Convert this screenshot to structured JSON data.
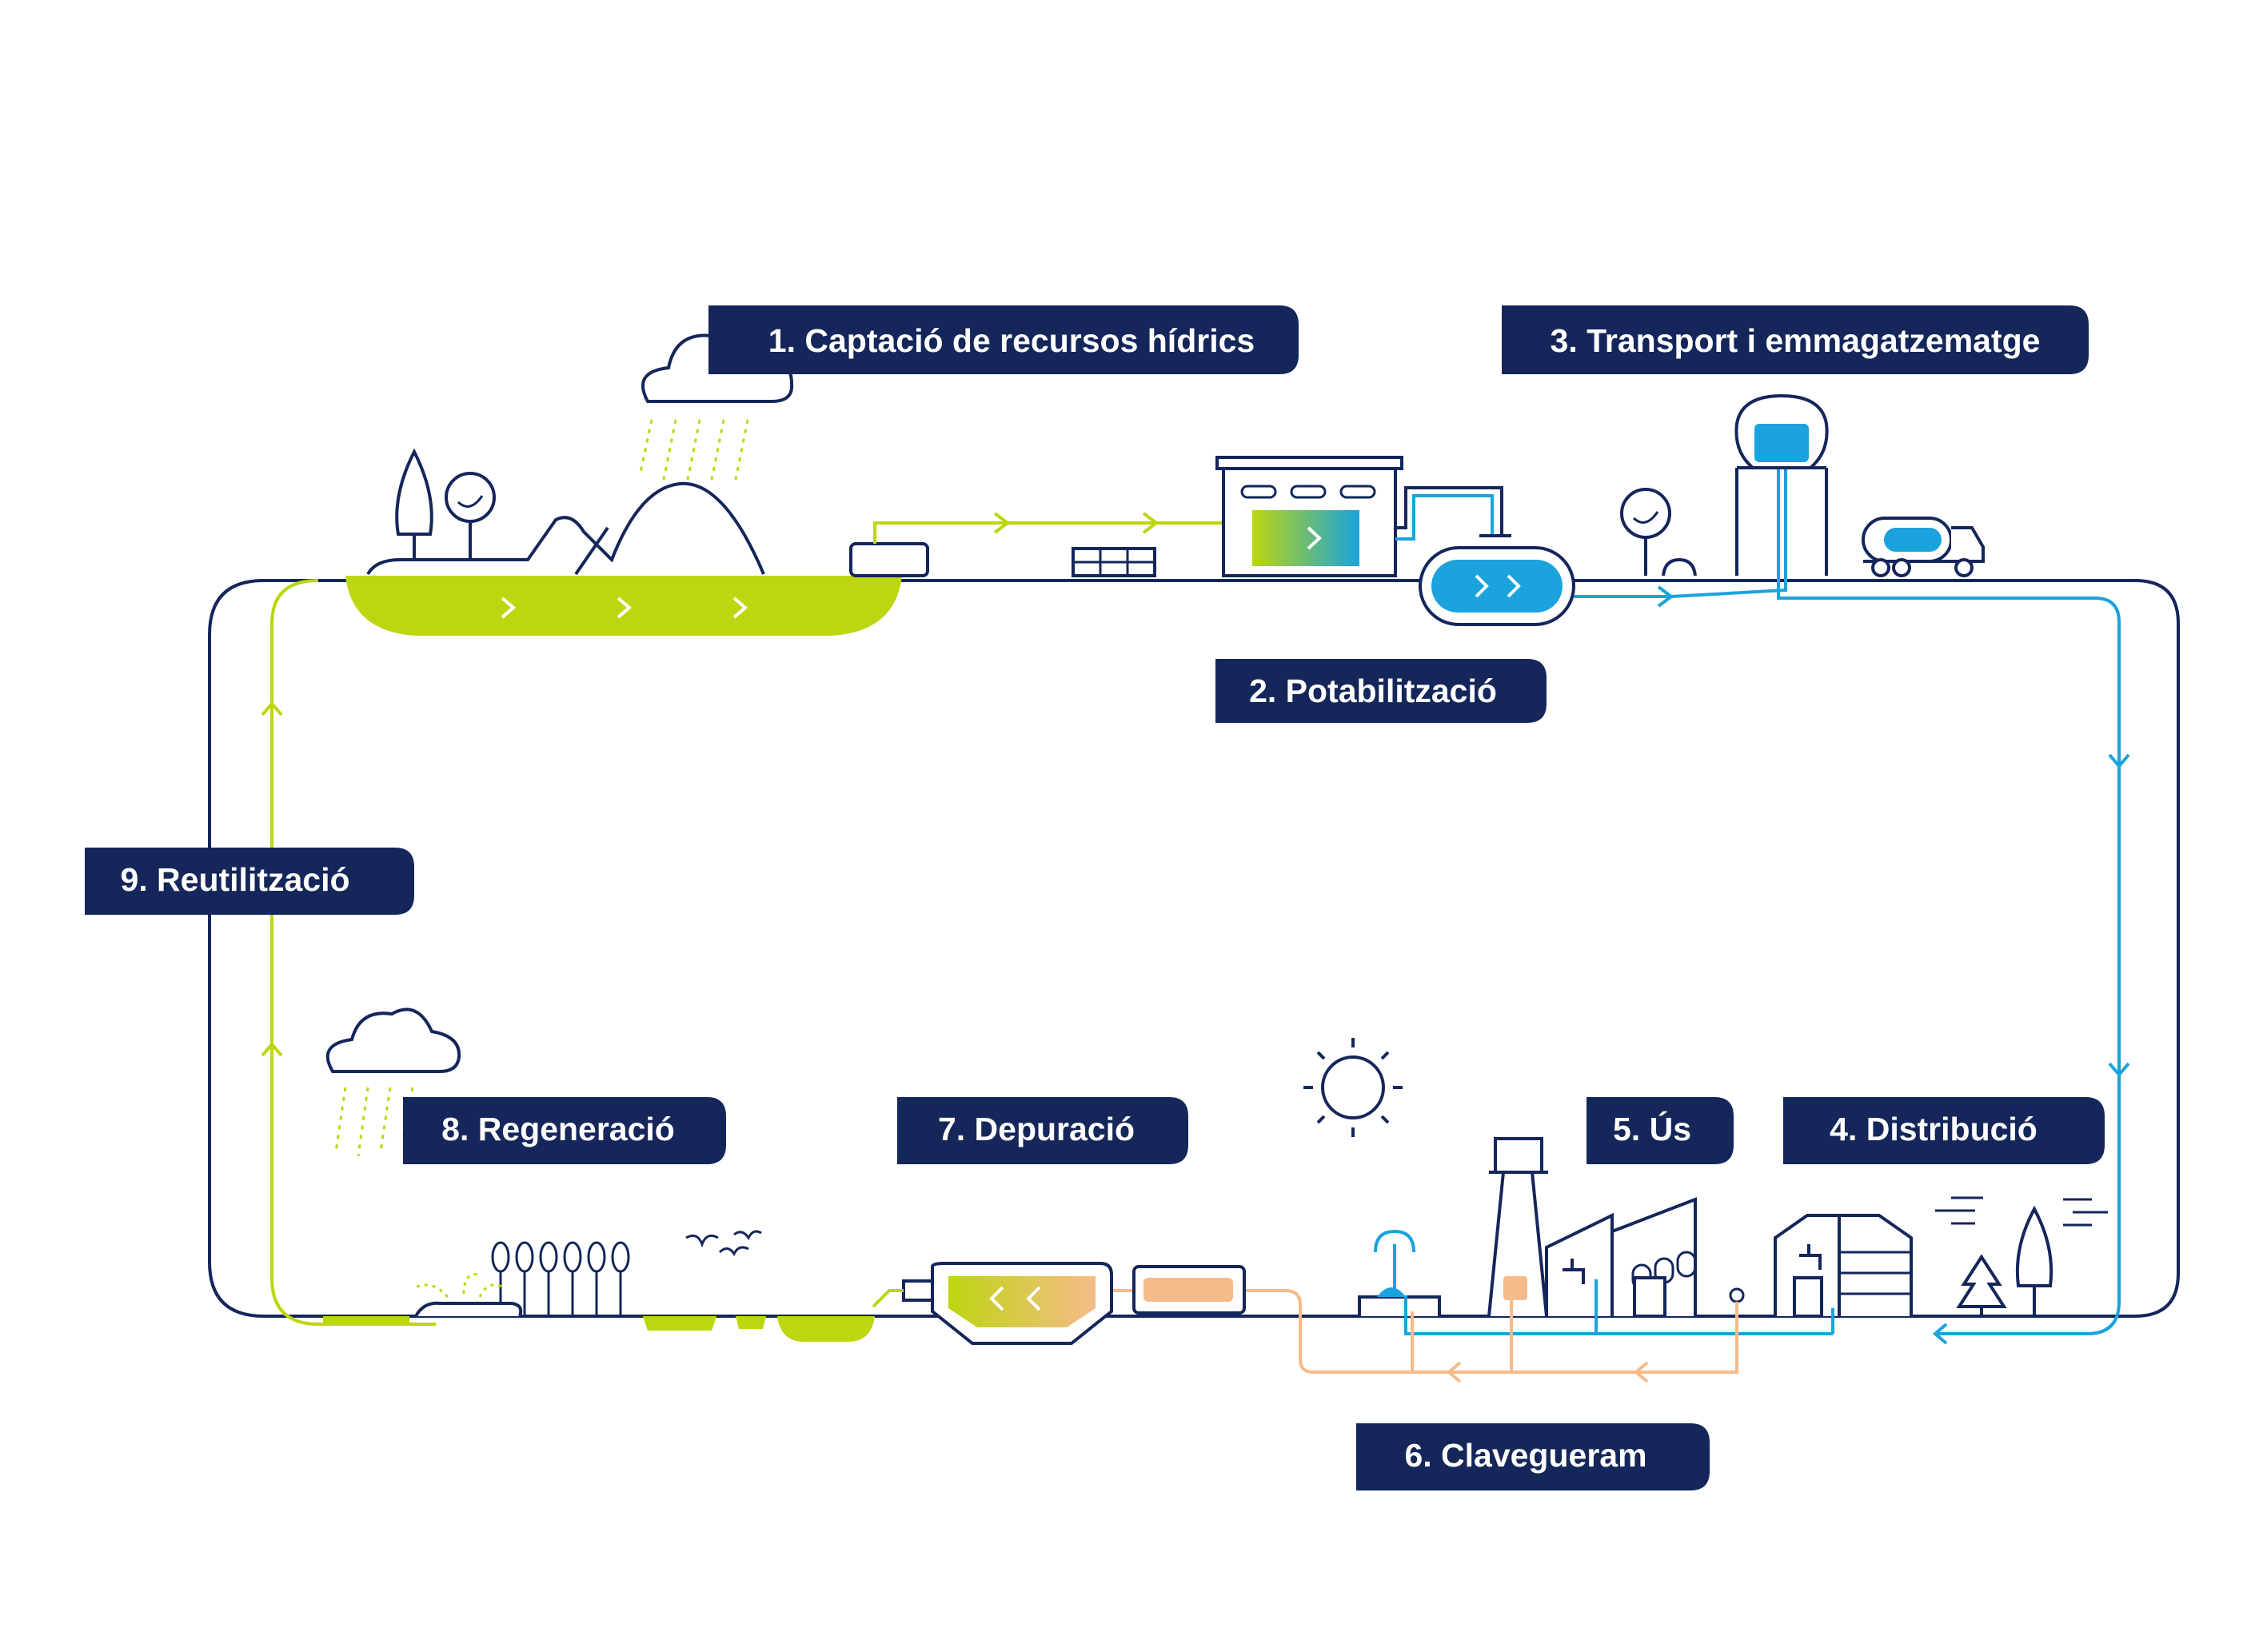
{
  "stages": {
    "s1": "1. Captació de recursos hídrics",
    "s2": "2. Potabilització",
    "s3": "3. Transport i emmagatzematge",
    "s4": "4. Distribució",
    "s5": "5. Ús",
    "s6": "6. Clavegueram",
    "s7": "7. Depuració",
    "s8": "8. Regeneració",
    "s9": "9. Reutilització"
  },
  "colors": {
    "navy": "#14265a",
    "green": "#bcd60f",
    "blue": "#1aa3dc",
    "peach": "#f6bb8a"
  }
}
